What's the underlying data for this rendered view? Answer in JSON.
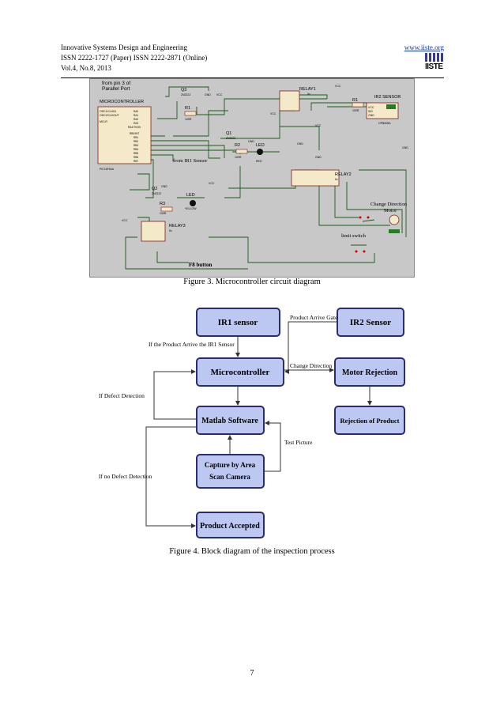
{
  "header": {
    "journal": "Innovative Systems Design and Engineering",
    "issn": "ISSN 2222-1727 (Paper) ISSN 2222-2871 (Online)",
    "volume": "Vol.4, No.8, 2013",
    "website": "www.iiste.org",
    "logo_text": "IISTE"
  },
  "figure3": {
    "caption": "Figure 3. Microcontroller circuit diagram",
    "labels": {
      "from_pin": "from pin 3 of",
      "parallel_port": "Parallel Port",
      "microcontroller": "MICROCONTROLLER",
      "chip": "PIC16F84A",
      "q3": "Q3",
      "q3_type": "2N2222",
      "q1": "Q1",
      "q1_type": "2N2222",
      "q2": "Q2",
      "q2_type": "2N2222",
      "r1": "R1",
      "r1_val": "100R",
      "r2": "R2",
      "r2_val": "100R",
      "r3": "R3",
      "r3_val": "100R",
      "r1b": "R1",
      "r1b_val": "100R",
      "led1": "LED",
      "led1_color": "RED",
      "led2": "LED",
      "led2_color": "YELLOW",
      "relay1": "RELAY1",
      "relay2": "RELAY2",
      "relay3": "RELAY3",
      "relay_v": "5v",
      "vcc": "VCC",
      "gnd": "GND",
      "ir2_sensor": "IR2 SENSOR",
      "ir2_part": "OPB608A",
      "ir2_vcc": "VCC",
      "ir2_sig": "SIG",
      "ir2_gnd": "GND",
      "from_ir1": "from IR1 Sensor",
      "change_dir": "Change Direction",
      "motor": "Motor",
      "limit_switch": "limit switch",
      "f8_button": "F8 button",
      "pins_left": [
        "OSC1/CLKIN",
        "OSC2/CLKOUT",
        "MCLR"
      ],
      "pins_right_a": [
        "RA0",
        "RA1",
        "RA2",
        "RA3",
        "RA4/T0CKI"
      ],
      "pins_right_b": [
        "RB0/INT",
        "RB1",
        "RB2",
        "RB3",
        "RB4",
        "RB5",
        "RB6",
        "RB7"
      ]
    }
  },
  "figure4": {
    "caption": "Figure 4. Block diagram of the inspection process",
    "blocks": {
      "ir1": "IR1 sensor",
      "ir2": "IR2 Sensor",
      "micro": "Microcontroller",
      "motor": "Motor Rejection",
      "matlab": "Matlab Software",
      "reject": "Rejection of Product",
      "capture1": "Capture by Area",
      "capture2": "Scan Camera",
      "accepted": "Product Accepted"
    },
    "edges": {
      "product_gate": "Product Arrive Gate",
      "if_product": "If the Product Arrive the IR1 Sensor",
      "change_dir": "Change Direction",
      "if_defect": "If Defect Detection",
      "test_picture": "Test Picture",
      "if_no_defect": "If no Defect Detection"
    },
    "colors": {
      "block_fill": "#bcc8f2",
      "block_stroke": "#2b2b6e"
    }
  },
  "page_number": "7"
}
